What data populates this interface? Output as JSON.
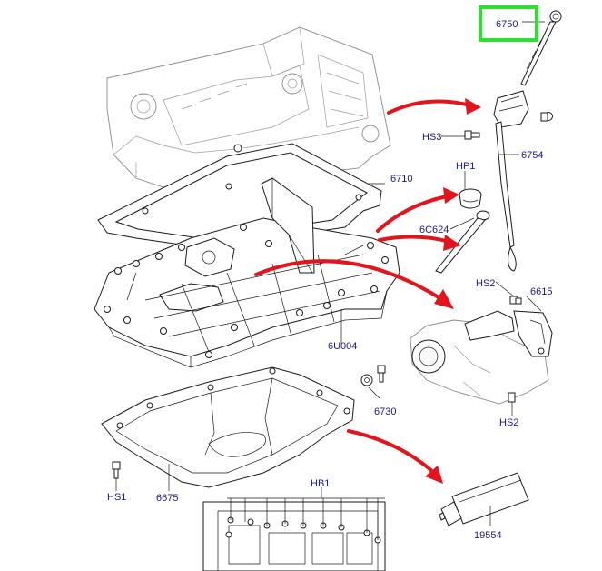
{
  "diagram": {
    "callouts": {
      "c6750": "6750",
      "c6754": "6754",
      "cHS3": "HS3",
      "cHP1": "HP1",
      "c6710": "6710",
      "c6C624": "6C624",
      "cHS2a": "HS2",
      "c6615": "6615",
      "c6U004": "6U004",
      "c6730": "6730",
      "cHS2b": "HS2",
      "cHS1": "HS1",
      "c6675": "6675",
      "cHB1": "HB1",
      "c19554": "19554"
    },
    "highlighted_callout": "6750",
    "colors": {
      "highlight": "#2ee02e",
      "arrow": "#e3141b",
      "callout_text": "#1a1a8c",
      "line_art": "#1a1a1a"
    }
  }
}
